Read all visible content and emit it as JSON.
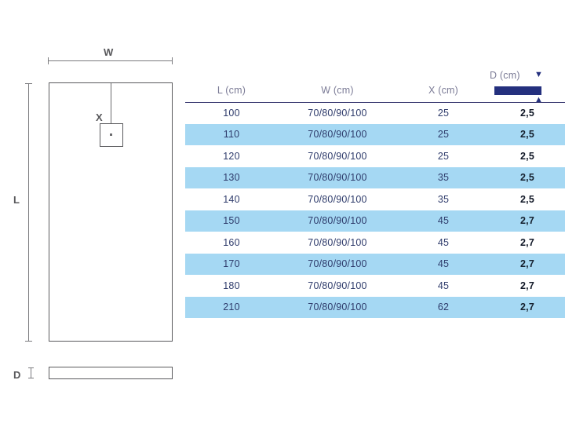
{
  "drawing": {
    "width_label": "W",
    "length_label": "L",
    "drain_offset_label": "X",
    "depth_label": "D"
  },
  "table": {
    "headers": {
      "length": "L (cm)",
      "width": "W (cm)",
      "drain_offset": "X (cm)",
      "depth": "D (cm)"
    },
    "depth_icon": {
      "arrow_down": "▼",
      "arrow_up": "▲",
      "bar_color": "#24307e"
    },
    "rows": [
      {
        "l": "100",
        "w": "70/80/90/100",
        "x": "25",
        "d": "2,5"
      },
      {
        "l": "110",
        "w": "70/80/90/100",
        "x": "25",
        "d": "2,5"
      },
      {
        "l": "120",
        "w": "70/80/90/100",
        "x": "25",
        "d": "2,5"
      },
      {
        "l": "130",
        "w": "70/80/90/100",
        "x": "35",
        "d": "2,5"
      },
      {
        "l": "140",
        "w": "70/80/90/100",
        "x": "35",
        "d": "2,5"
      },
      {
        "l": "150",
        "w": "70/80/90/100",
        "x": "45",
        "d": "2,7"
      },
      {
        "l": "160",
        "w": "70/80/90/100",
        "x": "45",
        "d": "2,7"
      },
      {
        "l": "170",
        "w": "70/80/90/100",
        "x": "45",
        "d": "2,7"
      },
      {
        "l": "180",
        "w": "70/80/90/100",
        "x": "45",
        "d": "2,7"
      },
      {
        "l": "210",
        "w": "70/80/90/100",
        "x": "62",
        "d": "2,7"
      }
    ],
    "alt_row_color": "#a5d8f3",
    "header_rule_color": "#3b3b72",
    "header_text_color": "#7b7b96",
    "body_text_color": "#2e3b6b"
  }
}
